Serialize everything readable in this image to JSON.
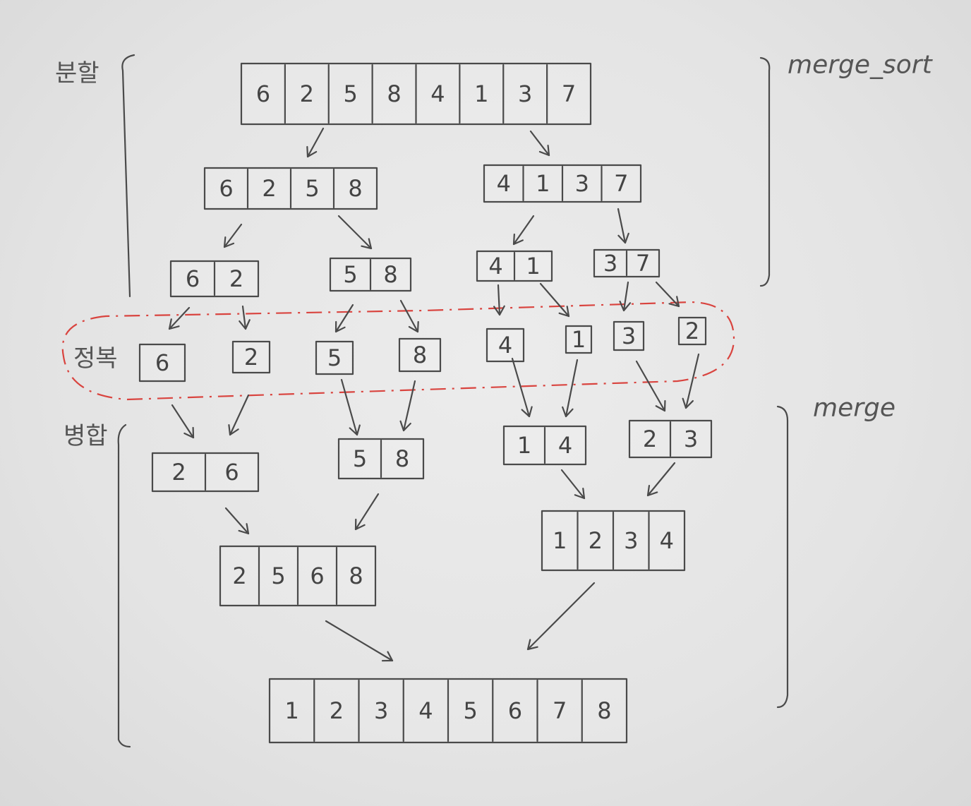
{
  "labels": {
    "divide": "분할",
    "conquer": "정복",
    "combine": "병합",
    "merge_sort": "merge_sort",
    "merge": "merge"
  },
  "colors": {
    "ink": "#4a4a4a",
    "conquer_region": "#d9443f",
    "paper": "#e6e6e6"
  },
  "levels": {
    "input": [
      "6",
      "2",
      "5",
      "8",
      "4",
      "1",
      "3",
      "7"
    ],
    "split_1": [
      [
        "6",
        "2",
        "5",
        "8"
      ],
      [
        "4",
        "1",
        "3",
        "7"
      ]
    ],
    "split_2": [
      [
        "6",
        "2"
      ],
      [
        "5",
        "8"
      ],
      [
        "4",
        "1"
      ],
      [
        "3",
        "7"
      ]
    ],
    "singles": [
      "6",
      "2",
      "5",
      "8",
      "4",
      "1",
      "3",
      "2"
    ],
    "merge_1": [
      [
        "2",
        "6"
      ],
      [
        "5",
        "8"
      ],
      [
        "1",
        "4"
      ],
      [
        "2",
        "3"
      ]
    ],
    "merge_2": [
      [
        "2",
        "5",
        "6",
        "8"
      ],
      [
        "1",
        "2",
        "3",
        "4"
      ]
    ],
    "output": [
      "1",
      "2",
      "3",
      "4",
      "5",
      "6",
      "7",
      "8"
    ]
  }
}
